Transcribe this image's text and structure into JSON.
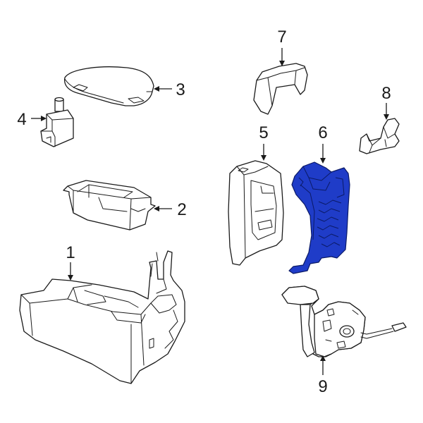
{
  "diagram": {
    "highlight_color": "#1f3cc8",
    "line_color": "#1a1a1a",
    "callouts": [
      {
        "id": "1",
        "label": "1",
        "highlighted": false
      },
      {
        "id": "2",
        "label": "2",
        "highlighted": false
      },
      {
        "id": "3",
        "label": "3",
        "highlighted": false
      },
      {
        "id": "4",
        "label": "4",
        "highlighted": false
      },
      {
        "id": "5",
        "label": "5",
        "highlighted": false
      },
      {
        "id": "6",
        "label": "6",
        "highlighted": true
      },
      {
        "id": "7",
        "label": "7",
        "highlighted": false
      },
      {
        "id": "8",
        "label": "8",
        "highlighted": false
      },
      {
        "id": "9",
        "label": "9",
        "highlighted": false
      }
    ]
  }
}
